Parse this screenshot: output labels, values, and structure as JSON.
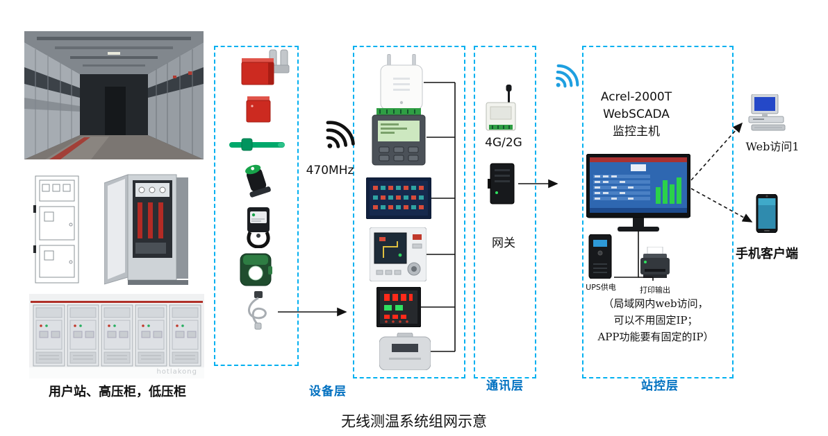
{
  "title": "无线测温系统组网示意",
  "site": {
    "caption": "用户站、高压柜，低压柜",
    "watermark": "hotlakong"
  },
  "device_layer": {
    "label": "设备层",
    "frequency": "470MHz"
  },
  "comm_layer": {
    "label": "通讯层",
    "cellular": "4G/2G",
    "gateway": "网关"
  },
  "station_layer": {
    "label": "站控层",
    "host_line1": "Acrel-2000T",
    "host_line2": "WebSCADA",
    "host_line3": "监控主机",
    "ups_label": "UPS供电",
    "printer_label": "打印输出",
    "note_line1": "（局域网内web访问，",
    "note_line2": "可以不用固定IP；",
    "note_line3": "APP功能要有固定的IP）"
  },
  "clients": {
    "web_label": "Web访问1",
    "mobile_label": "手机客户端"
  },
  "colors": {
    "dashed_border": "#00b0f0",
    "layer_label_text": "#0070c0",
    "wifi_blue": "#1e9fe0"
  }
}
